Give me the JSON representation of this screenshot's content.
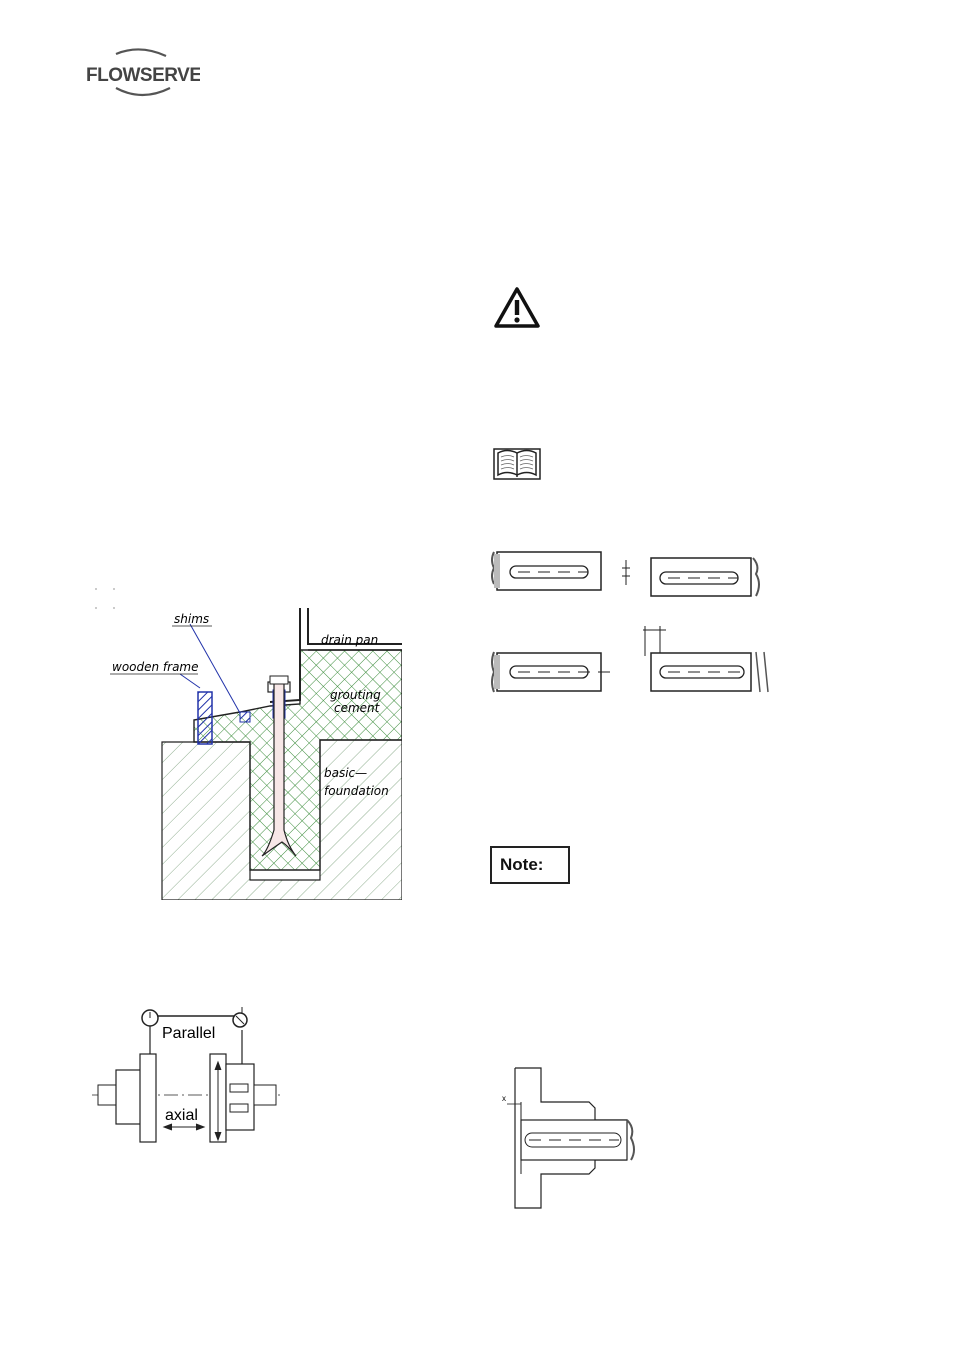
{
  "header": {
    "logo_text": "FLOWSERVE"
  },
  "foundation_figure": {
    "labels": {
      "shims": "shims",
      "drain_pan": "drain pan",
      "wooden_frame": "wooden frame",
      "grouting_cement": [
        "grouting",
        "cement"
      ],
      "basic_foundation": [
        "basic—",
        "foundation"
      ]
    }
  },
  "alignment_figure": {
    "labels": {
      "parallel": "Parallel",
      "axial": "axial"
    }
  },
  "flange_figure": {
    "labels": {
      "x": "x"
    }
  },
  "note": {
    "label": "Note:"
  },
  "icons": [
    "flowserve-logo-icon",
    "warning-triangle-icon",
    "book-icon"
  ]
}
